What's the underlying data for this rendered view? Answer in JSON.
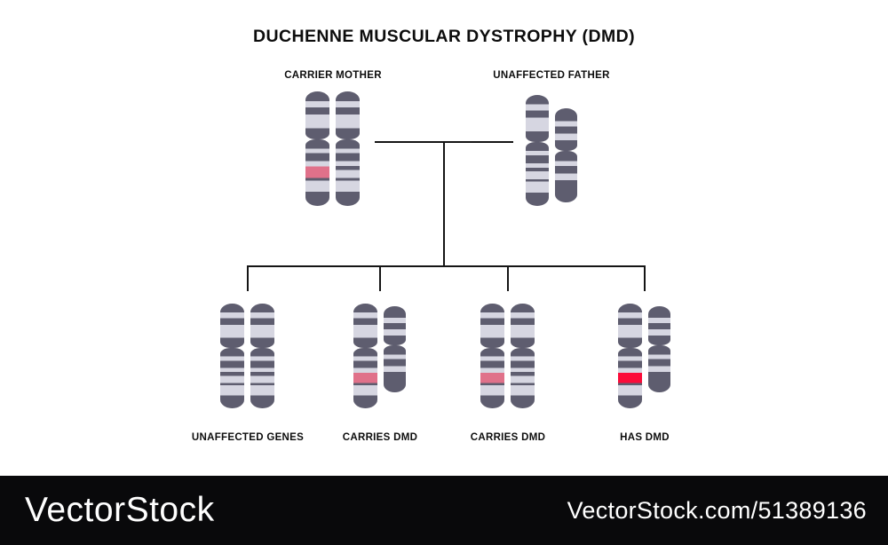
{
  "title": "DUCHENNE MUSCULAR DYSTROPHY (DMD)",
  "colors": {
    "chromosome_body": "#d6d6e1",
    "chromosome_band": "#5e5d6f",
    "carrier_band": "#e0718a",
    "affected_band": "#fb0c39",
    "tree_line": "#151515",
    "watermark_bar": "#09090b",
    "watermark_text": "#ffffff"
  },
  "parents": [
    {
      "label": "CARRIER MOTHER",
      "chromosomes": [
        "x_carrier",
        "x_normal"
      ]
    },
    {
      "label": "UNAFFECTED FATHER",
      "chromosomes": [
        "x_normal",
        "y_normal"
      ]
    }
  ],
  "children": [
    {
      "label": "UNAFFECTED GENES",
      "chromosomes": [
        "x_normal",
        "x_normal"
      ]
    },
    {
      "label": "CARRIES DMD",
      "chromosomes": [
        "x_carrier",
        "y_normal"
      ]
    },
    {
      "label": "CARRIES DMD",
      "chromosomes": [
        "x_carrier",
        "x_normal"
      ]
    },
    {
      "label": "HAS DMD",
      "chromosomes": [
        "x_affected",
        "y_normal"
      ]
    }
  ],
  "chromosome_defs": {
    "x_normal": {
      "kind": "x",
      "p": "x_p",
      "q": "x_q_normal"
    },
    "x_carrier": {
      "kind": "x",
      "p": "x_p",
      "q": "x_q_carrier"
    },
    "x_affected": {
      "kind": "x",
      "p": "x_p",
      "q": "x_q_affected"
    },
    "y_normal": {
      "kind": "y",
      "p": "y_p",
      "q": "y_q"
    }
  },
  "band_patterns": {
    "x_p": [
      [
        "d",
        0,
        0.2
      ],
      [
        "l",
        0.2,
        0.33
      ],
      [
        "d",
        0.33,
        0.48
      ],
      [
        "l",
        0.48,
        0.77
      ],
      [
        "d",
        0.77,
        1
      ]
    ],
    "x_q_normal": [
      [
        "d",
        0,
        0.14
      ],
      [
        "l",
        0.14,
        0.21
      ],
      [
        "d",
        0.21,
        0.33
      ],
      [
        "l",
        0.33,
        0.4
      ],
      [
        "d",
        0.4,
        0.46
      ],
      [
        "l",
        0.46,
        0.58
      ],
      [
        "d",
        0.58,
        0.62
      ],
      [
        "l",
        0.62,
        0.79
      ],
      [
        "d",
        0.79,
        1
      ]
    ],
    "x_q_carrier": [
      [
        "d",
        0,
        0.14
      ],
      [
        "l",
        0.14,
        0.21
      ],
      [
        "d",
        0.21,
        0.33
      ],
      [
        "l",
        0.33,
        0.41
      ],
      [
        "c",
        0.41,
        0.58
      ],
      [
        "d",
        0.58,
        0.62
      ],
      [
        "l",
        0.62,
        0.79
      ],
      [
        "d",
        0.79,
        1
      ]
    ],
    "x_q_affected": [
      [
        "d",
        0,
        0.14
      ],
      [
        "l",
        0.14,
        0.21
      ],
      [
        "d",
        0.21,
        0.33
      ],
      [
        "l",
        0.33,
        0.41
      ],
      [
        "a",
        0.41,
        0.58
      ],
      [
        "d",
        0.58,
        0.62
      ],
      [
        "l",
        0.62,
        0.79
      ],
      [
        "d",
        0.79,
        1
      ]
    ],
    "y_p": [
      [
        "d",
        0,
        0.3
      ],
      [
        "l",
        0.3,
        0.43
      ],
      [
        "d",
        0.43,
        0.59
      ],
      [
        "l",
        0.59,
        0.75
      ],
      [
        "d",
        0.75,
        1
      ]
    ],
    "y_q": [
      [
        "d",
        0,
        0.2
      ],
      [
        "l",
        0.2,
        0.29
      ],
      [
        "d",
        0.29,
        0.44
      ],
      [
        "l",
        0.44,
        0.57
      ],
      [
        "d",
        0.57,
        1
      ]
    ]
  },
  "watermark": {
    "brand": "VectorStock",
    "reference": "VectorStock.com/51389136"
  }
}
